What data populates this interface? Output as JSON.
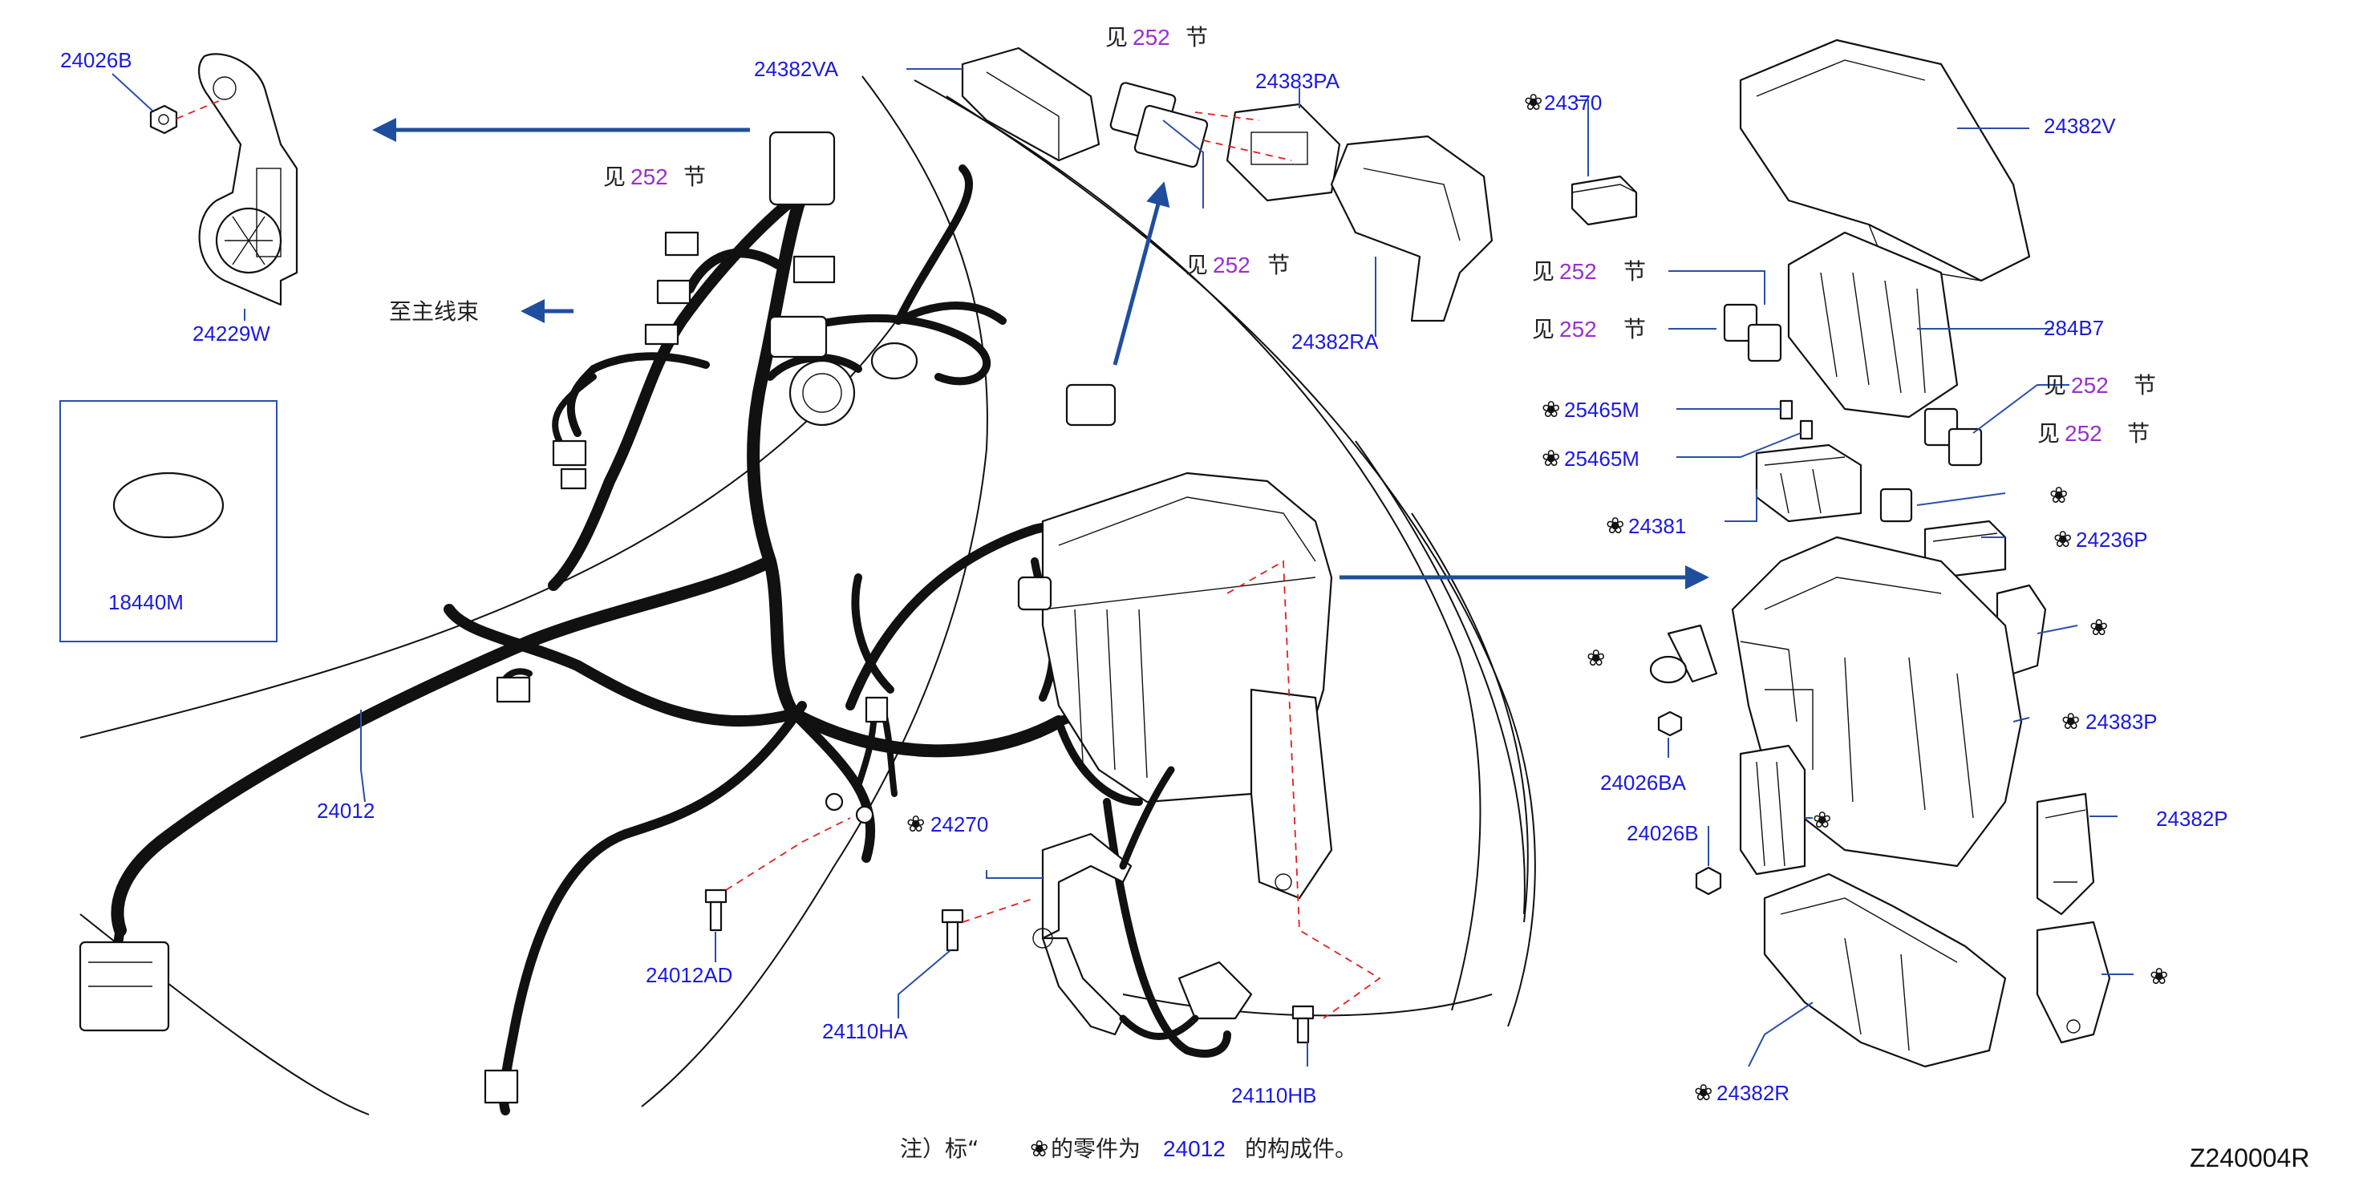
{
  "diagram_code": "Z240004R",
  "main_harness": "至主线束",
  "labels": {
    "p24026B": "24026B",
    "p24382VA": "24382VA",
    "p24229W": "24229W",
    "p18440M": "18440M",
    "p24012": "24012",
    "p24012AD": "24012AD",
    "p24110HA": "24110HA",
    "p24110HB": "24110HB",
    "p24270": "24270",
    "p24383PA": "24383PA",
    "p24382RA": "24382RA",
    "p24370": "24370",
    "p24382V": "24382V",
    "p284B7": "284B7",
    "p25465M_a": "25465M",
    "p25465M_b": "25465M",
    "p24381": "24381",
    "p24236P": "24236P",
    "p24383P": "24383P",
    "p24026BA": "24026BA",
    "p24026B_r": "24026B",
    "p24382P": "24382P",
    "p24382R": "24382R"
  },
  "ref": {
    "prefix": "见",
    "number": "252",
    "suffix": "节"
  },
  "mark_symbol": "❀",
  "note": {
    "prefix": "注）标“",
    "middle": "的零件为",
    "number": "24012",
    "suffix": "的构成件。"
  },
  "colors": {
    "label": "#1a1ae0",
    "ref_number": "#9b2fd0",
    "arrow": "#1f4e9e",
    "dashed": "#e02020"
  }
}
